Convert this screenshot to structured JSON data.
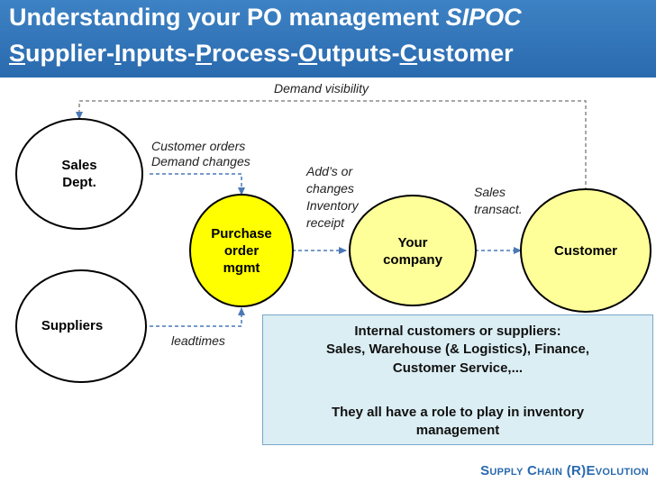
{
  "header": {
    "title_main": "Understanding your PO management ",
    "title_italic": "SIPOC",
    "subtitle": {
      "s": "S",
      "s_rest": "upplier-",
      "i": "I",
      "i_rest": "nputs-",
      "p": "P",
      "p_rest": "rocess-",
      "o": "O",
      "o_rest": "utputs-",
      "c": "C",
      "c_rest": "ustomer"
    },
    "bg_color": "#2f74b8"
  },
  "nodes": {
    "sales": {
      "line1": "Sales",
      "line2": "Dept.",
      "color": "#ffffff"
    },
    "suppliers": {
      "label": "Suppliers",
      "color": "#ffffff"
    },
    "purchase": {
      "line1": "Purchase",
      "line2": "order",
      "line3": "mgmt",
      "color": "#ffff00"
    },
    "company": {
      "line1": "Your",
      "line2": "company",
      "color": "#ffff99"
    },
    "customer": {
      "label": "Customer",
      "color": "#ffff99"
    }
  },
  "labels": {
    "demand_visibility": "Demand visibility",
    "customer_orders": "Customer orders",
    "demand_changes": "Demand changes",
    "adds": [
      "Add’s or",
      "changes",
      "Inventory",
      "receipt"
    ],
    "sales_transact": [
      "Sales",
      "transact."
    ],
    "leadtimes": "leadtimes"
  },
  "info_box": {
    "line1": "Internal customers or suppliers:",
    "line2": "Sales, Warehouse (& Logistics), Finance,",
    "line3": "Customer Service,...",
    "line4": "They all have a role to play in inventory",
    "line5": "management",
    "bg_color": "#dbeef4"
  },
  "footer": {
    "brand": "Supply Chain (R)Evolution"
  }
}
